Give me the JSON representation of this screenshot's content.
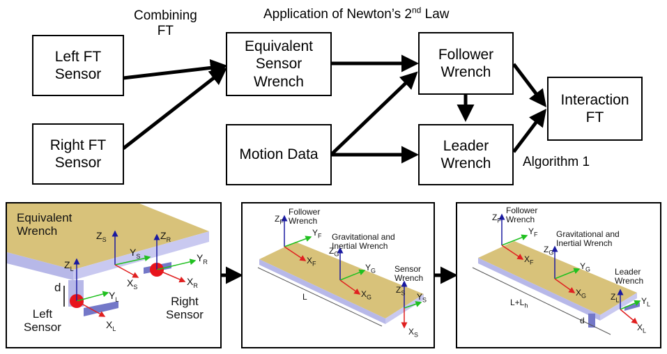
{
  "flow": {
    "left_ft": "Left FT\nSensor",
    "right_ft": "Right FT\nSensor",
    "equivalent": "Equivalent\nSensor\nWrench",
    "motion": "Motion Data",
    "follower": "Follower\nWrench",
    "leader": "Leader\nWrench",
    "interaction": "Interaction\nFT",
    "combining_label": "Combining\nFT",
    "newton_label": "Application of Newton’s 2",
    "newton_sup": "nd",
    "newton_suffix": " Law",
    "algorithm_label": "Algorithm 1"
  },
  "panel1": {
    "equivalent": "Equivalent\nWrench",
    "left_sensor": "Left\nSensor",
    "right_sensor": "Right\nSensor",
    "d": "d",
    "zs": "Z",
    "zs_sub": "S",
    "ys": "Y",
    "ys_sub": "S",
    "xs": "X",
    "xs_sub": "S",
    "zr": "Z",
    "zr_sub": "R",
    "yr": "Y",
    "yr_sub": "R",
    "xr": "X",
    "xr_sub": "R",
    "zl": "Z",
    "zl_sub": "L",
    "yl": "Y",
    "yl_sub": "L",
    "xl": "X",
    "xl_sub": "L"
  },
  "panel2": {
    "follower": "Follower\nWrench",
    "grav": "Gravitational and\nInertial Wrench",
    "sensor": "Sensor\nWrench",
    "length": "L",
    "zf": "Z",
    "zf_sub": "F",
    "yf": "Y",
    "yf_sub": "F",
    "xf": "X",
    "xf_sub": "F",
    "zg": "Z",
    "zg_sub": "G",
    "yg": "Y",
    "yg_sub": "G",
    "xg": "X",
    "xg_sub": "G",
    "zs": "Z",
    "zs_sub": "S",
    "ys": "Y",
    "ys_sub": "S",
    "xs": "X",
    "xs_sub": "S"
  },
  "panel3": {
    "follower": "Follower\nWrench",
    "grav": "Gravitational and\nInertial Wrench",
    "leader": "Leader\nWrench",
    "length": "L+L",
    "length_sub": "h",
    "d": "d",
    "zf": "Z",
    "zf_sub": "F",
    "yf": "Y",
    "yf_sub": "F",
    "xf": "X",
    "xf_sub": "F",
    "zg": "Z",
    "zg_sub": "G",
    "yg": "Y",
    "yg_sub": "G",
    "xg": "X",
    "xg_sub": "G",
    "zl": "Z",
    "zl_sub": "L",
    "yl": "Y",
    "yl_sub": "L",
    "xl": "X",
    "xl_sub": "L"
  },
  "colors": {
    "x_axis": "#e02020",
    "y_axis": "#20c020",
    "z_axis": "#1a1aa0",
    "board": "#d8c27a",
    "board_side": "#b7b8e8",
    "sensor": "#e8141c"
  }
}
